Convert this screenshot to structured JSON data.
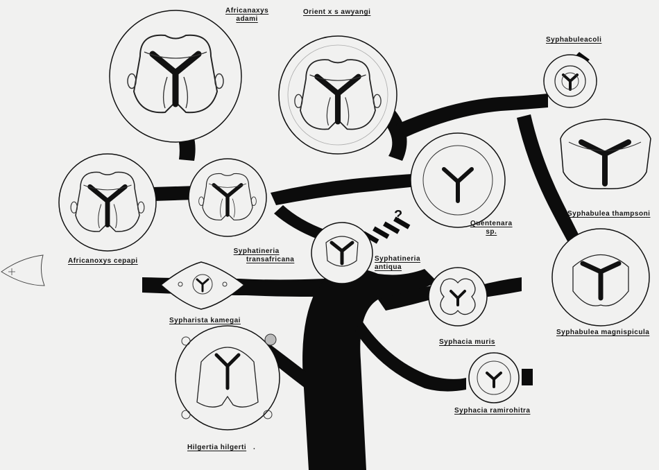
{
  "labels": {
    "africanaxys_adami": [
      "Africanaxys",
      "adami"
    ],
    "orientoxys_awyangi": "Orient x s awyangi",
    "syphabulea_coli": "Syphabuleacoli",
    "africanoxys_cepapi": "Africanoxys cepapi",
    "syphatineria_transafricana": [
      "Syphatineria",
      "transafricana"
    ],
    "quentenara_sp": [
      "Quentenara",
      "sp."
    ],
    "syphatineria_antiqua": [
      "Syphatineria",
      "antiqua"
    ],
    "syphabulea_thompsoni": "Syphabulea thampsoni",
    "syphabulea_magnispicula": "Syphabulea magnispicula",
    "syphariste_kamegai": "Sypharista kamegai",
    "syphacia_muris": "Syphacia muris",
    "syphacia_ramirohitra": "Syphacia ramirohitra",
    "hilgertia_hilgerti": "Hilgertia hilgerti",
    "hilgertia_dot": ".",
    "question_mark": "?"
  }
}
